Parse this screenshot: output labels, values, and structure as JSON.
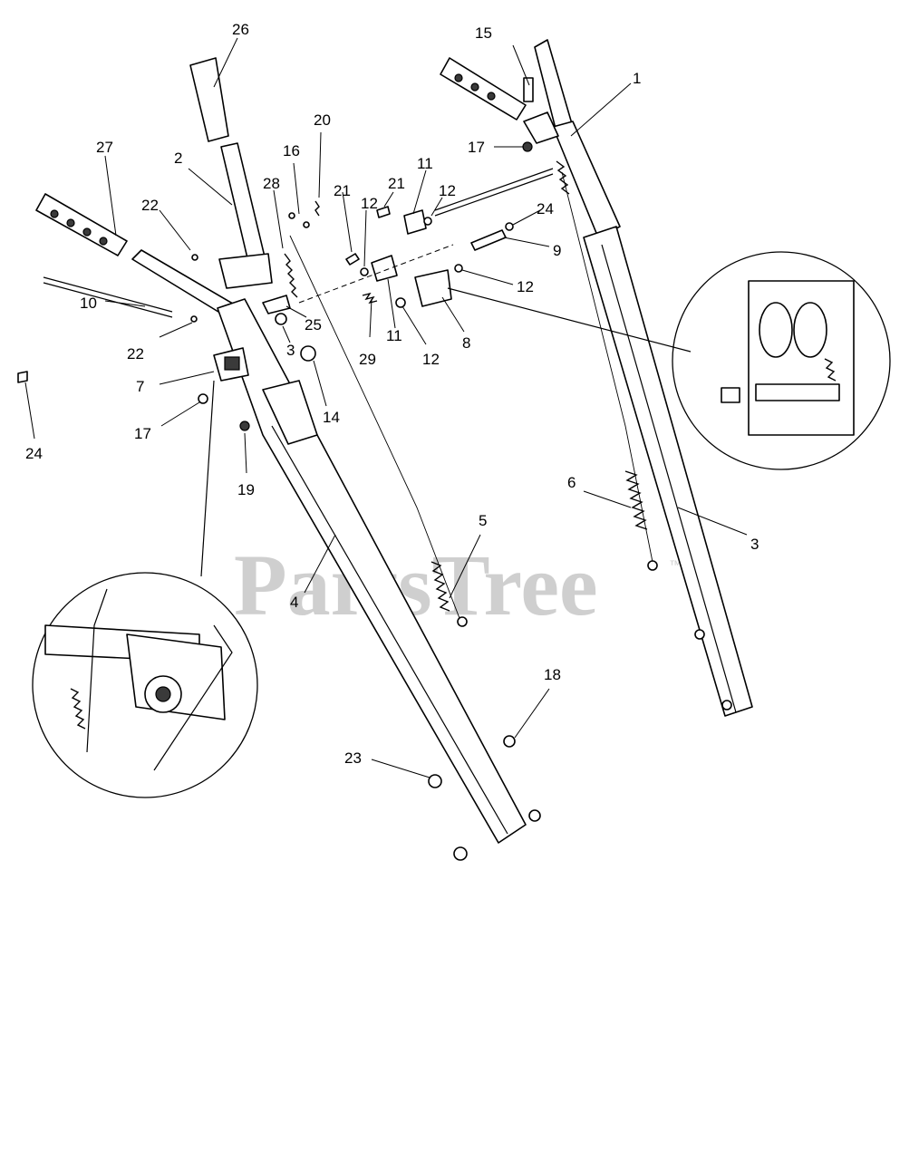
{
  "watermark": {
    "text": "PartsTree",
    "mark": "™"
  },
  "callouts": [
    {
      "id": "c26a",
      "text": "26"
    },
    {
      "id": "c15",
      "text": "15"
    },
    {
      "id": "c1",
      "text": "1"
    },
    {
      "id": "c20",
      "text": "20"
    },
    {
      "id": "c27",
      "text": "27"
    },
    {
      "id": "c2",
      "text": "2"
    },
    {
      "id": "c16",
      "text": "16"
    },
    {
      "id": "c17a",
      "text": "17"
    },
    {
      "id": "c11a",
      "text": "11"
    },
    {
      "id": "c21a",
      "text": "21"
    },
    {
      "id": "c21b",
      "text": "21"
    },
    {
      "id": "c28",
      "text": "28"
    },
    {
      "id": "c22a",
      "text": "22"
    },
    {
      "id": "c12a",
      "text": "12"
    },
    {
      "id": "c12b",
      "text": "12"
    },
    {
      "id": "c24a",
      "text": "24"
    },
    {
      "id": "c9",
      "text": "9"
    },
    {
      "id": "c10",
      "text": "10"
    },
    {
      "id": "c12c",
      "text": "12"
    },
    {
      "id": "c25",
      "text": "25"
    },
    {
      "id": "c22b",
      "text": "22"
    },
    {
      "id": "c3a",
      "text": "3"
    },
    {
      "id": "c29",
      "text": "29"
    },
    {
      "id": "c11b",
      "text": "11"
    },
    {
      "id": "c12d",
      "text": "12"
    },
    {
      "id": "c8",
      "text": "8"
    },
    {
      "id": "c7",
      "text": "7"
    },
    {
      "id": "c14",
      "text": "14"
    },
    {
      "id": "c17b",
      "text": "17"
    },
    {
      "id": "c24b",
      "text": "24"
    },
    {
      "id": "c19",
      "text": "19"
    },
    {
      "id": "c6",
      "text": "6"
    },
    {
      "id": "c3b",
      "text": "3"
    },
    {
      "id": "c5",
      "text": "5"
    },
    {
      "id": "c4",
      "text": "4"
    },
    {
      "id": "c18",
      "text": "18"
    },
    {
      "id": "c23",
      "text": "23"
    }
  ]
}
